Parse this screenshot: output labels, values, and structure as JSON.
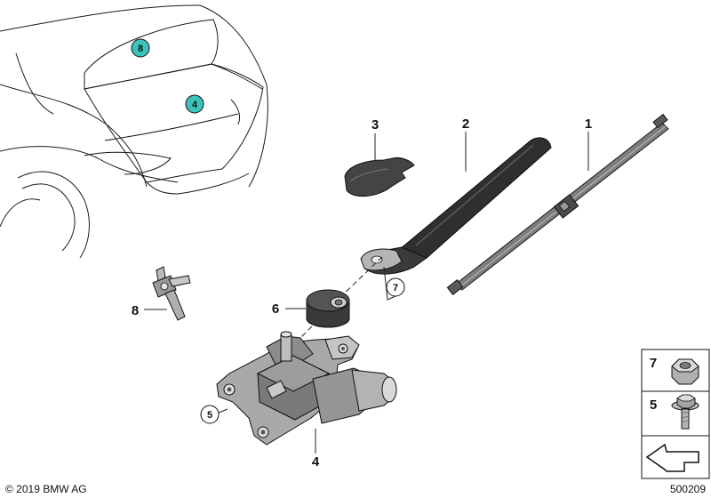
{
  "copyright": "© 2019 BMW AG",
  "diagram_number": "500209",
  "colors": {
    "highlight": "#3cc3b9",
    "part_dark": "#3c3c3c",
    "part_mid": "#8a8a8a",
    "part_light": "#cfcfcf",
    "line": "#222222"
  },
  "car_markers": [
    {
      "label": "8"
    },
    {
      "label": "4"
    }
  ],
  "part_labels": {
    "wiper_blade": "1",
    "wiper_arm": "2",
    "arm_cap": "3",
    "motor": "4",
    "bolt_circle": "5",
    "grommet": "6",
    "nut_circle": "7",
    "nozzle": "8"
  },
  "legend": [
    {
      "label": "7",
      "icon": "hex-nut-icon"
    },
    {
      "label": "5",
      "icon": "hex-bolt-icon"
    }
  ],
  "icons": {
    "return": "back-arrow-icon"
  }
}
